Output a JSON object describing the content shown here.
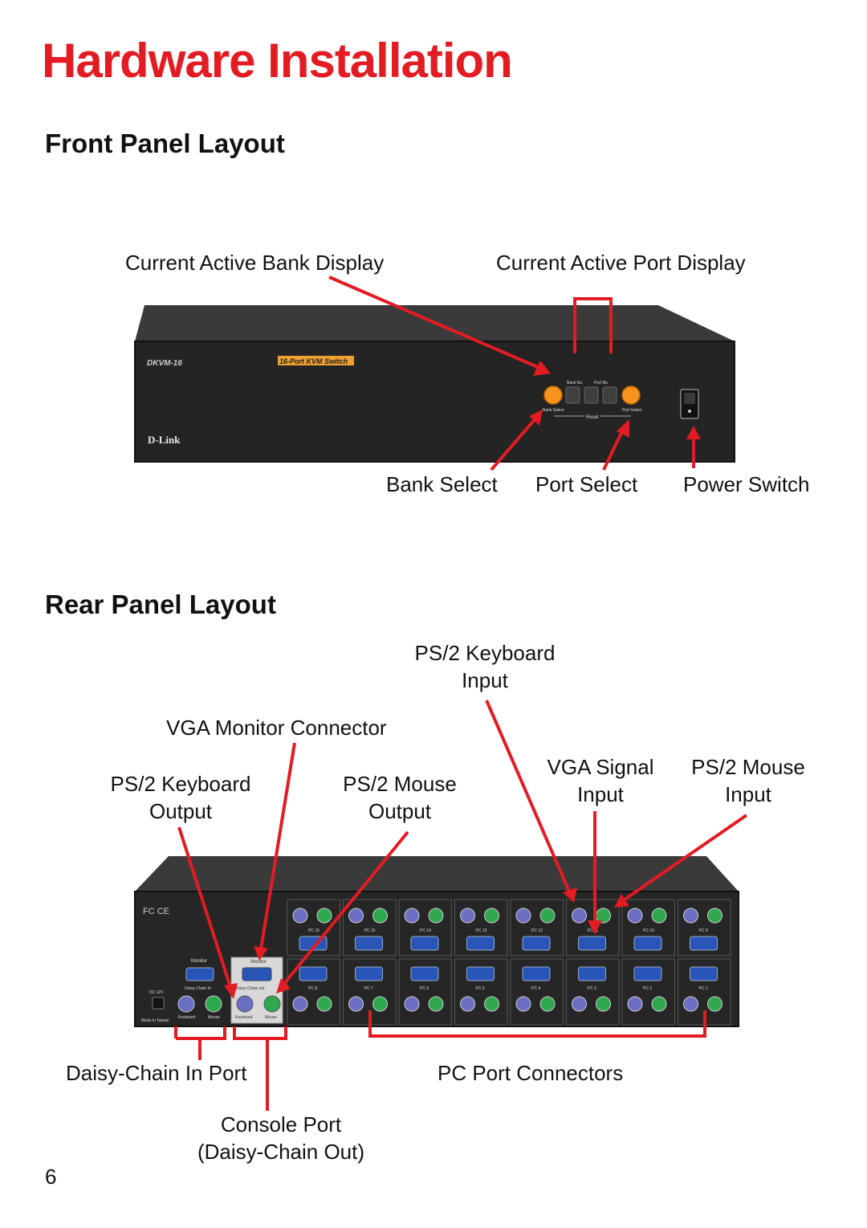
{
  "page": {
    "title": "Hardware Installation",
    "page_number": "6"
  },
  "front_panel": {
    "heading": "Front Panel Layout",
    "model_label": "DKVM-16",
    "product_label": "16-Port KVM Switch",
    "brand_logo": "D-Link",
    "bank_no_label": "Bank No.",
    "port_no_label": "Port No.",
    "bank_select_small": "Bank Select",
    "port_select_small": "Port Select",
    "reset_label": "Reset",
    "labels": {
      "bank_display": "Current Active Bank Display",
      "port_display": "Current Active Port Display",
      "bank_select": "Bank Select",
      "port_select": "Port Select",
      "power_switch": "Power Switch"
    }
  },
  "rear_panel": {
    "heading": "Rear Panel Layout",
    "fcc_mark": "FC CE",
    "monitor_label": "Monitor",
    "daisy_in_small": "Daisy-Chain In",
    "daisy_out_small": "Daisy-Chain out",
    "keyboard_small": "Keyboard",
    "mouse_small": "Mouse",
    "dc_label": "DC 12V",
    "made_in": "Made in Taiwan",
    "pc_ports_top": [
      "PC 16",
      "PC 15",
      "PC 14",
      "PC 13",
      "PC 12",
      "PC 11",
      "PC 10",
      "PC 9"
    ],
    "pc_ports_bottom": [
      "PC 8",
      "PC 7",
      "PC 6",
      "PC 5",
      "PC 4",
      "PC 3",
      "PC 2",
      "PC 1"
    ],
    "labels": {
      "ps2_kb_input_line1": "PS/2 Keyboard",
      "ps2_kb_input_line2": "Input",
      "vga_monitor": "VGA Monitor Connector",
      "ps2_kb_output_line1": "PS/2 Keyboard",
      "ps2_kb_output_line2": "Output",
      "ps2_mouse_output_line1": "PS/2 Mouse",
      "ps2_mouse_output_line2": "Output",
      "vga_signal_line1": "VGA Signal",
      "vga_signal_line2": "Input",
      "ps2_mouse_input_line1": "PS/2 Mouse",
      "ps2_mouse_input_line2": "Input",
      "daisy_in": "Daisy-Chain In Port",
      "pc_connectors": "PC Port Connectors",
      "console_line1": "Console Port",
      "console_line2": "(Daisy-Chain Out)"
    }
  },
  "colors": {
    "accent_red": "#e31b23",
    "device_body": "#2b2b2b",
    "button_orange": "#f7931e",
    "ps2_keyboard": "#6b6fc4",
    "ps2_mouse": "#2fa84f",
    "vga_blue": "#2a55b8"
  }
}
